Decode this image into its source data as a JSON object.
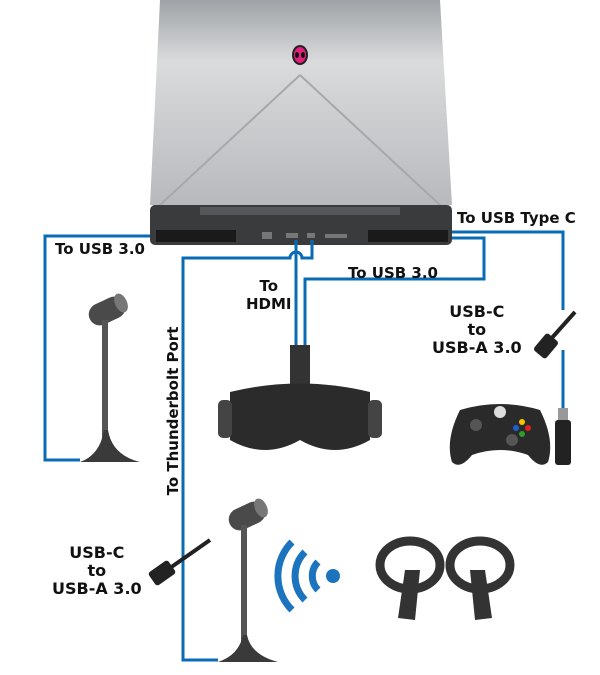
{
  "colors": {
    "cable": "#0a6bb5",
    "laptop": "#c9cbce",
    "device": "#2b2b2b"
  },
  "labels": {
    "left_sensor": "To USB 3.0",
    "usb_type_c": "To USB Type C",
    "headset_usb": "To USB 3.0",
    "hdmi": "To\nHDMI",
    "thunderbolt": "To Thunderbolt Port",
    "adapter_right": "USB-C\nto\nUSB-A 3.0",
    "adapter_left": "USB-C\nto\nUSB-A 3.0"
  },
  "icons": [
    "laptop",
    "alien-logo",
    "sensor",
    "vr-headset",
    "xbox-controller",
    "wireless-dongle",
    "usb-c-adapter",
    "wifi-signal",
    "touch-controllers"
  ]
}
